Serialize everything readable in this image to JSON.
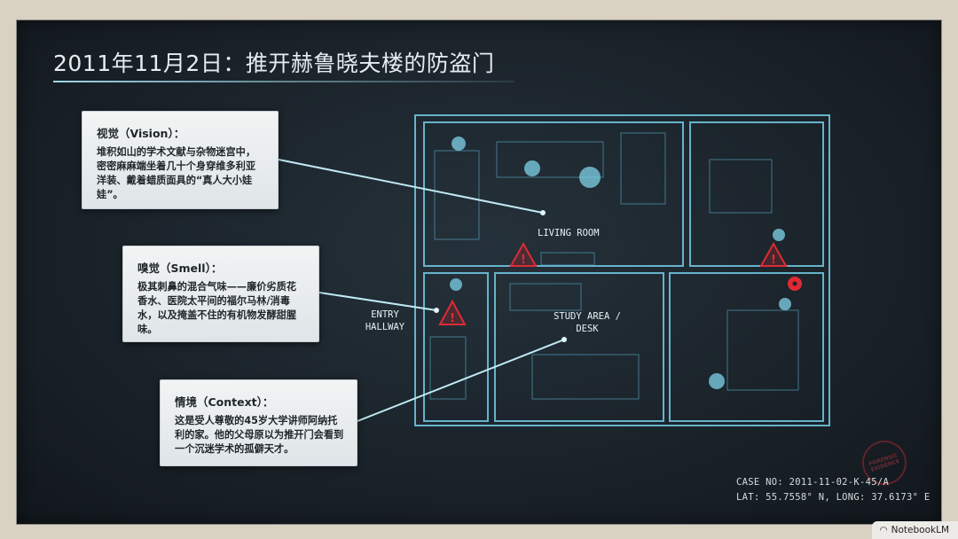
{
  "title": "2011年11月2日：推开赫鲁晓夫楼的防盗门",
  "cards": [
    {
      "heading": "视觉（Vision）：",
      "body": "堆积如山的学术文献与杂物迷宫中，密密麻麻端坐着几十个身穿维多利亚洋装、戴着蜡质面具的“真人大小娃娃”。"
    },
    {
      "heading": "嗅觉（Smell）：",
      "body": "极其刺鼻的混合气味——廉价劣质花香水、医院太平间的福尔马林/消毒水，以及掩盖不住的有机物发酵甜腥味。"
    },
    {
      "heading": "情境（Context）：",
      "body": "这是受人尊敬的45岁大学讲师阿纳托利的家。他的父母原以为推开门会看到一个沉迷学术的孤僻天才。"
    }
  ],
  "plan": {
    "living_room": "LIVING ROOM",
    "entry_line1": "ENTRY",
    "entry_line2": "HALLWAY",
    "study_line1": "STUDY AREA /",
    "study_line2": "DESK"
  },
  "stamp": "FORENSIC EVIDENCE",
  "case_no": "CASE NO: 2011-11-02-K-45/A",
  "coords": "LAT: 55.7558° N, LONG: 37.6173° E",
  "brand": "NotebookLM",
  "colors": {
    "blueprint": "#6fc3dd",
    "warning": "#e02a33",
    "glow": "#9fe3f2"
  }
}
